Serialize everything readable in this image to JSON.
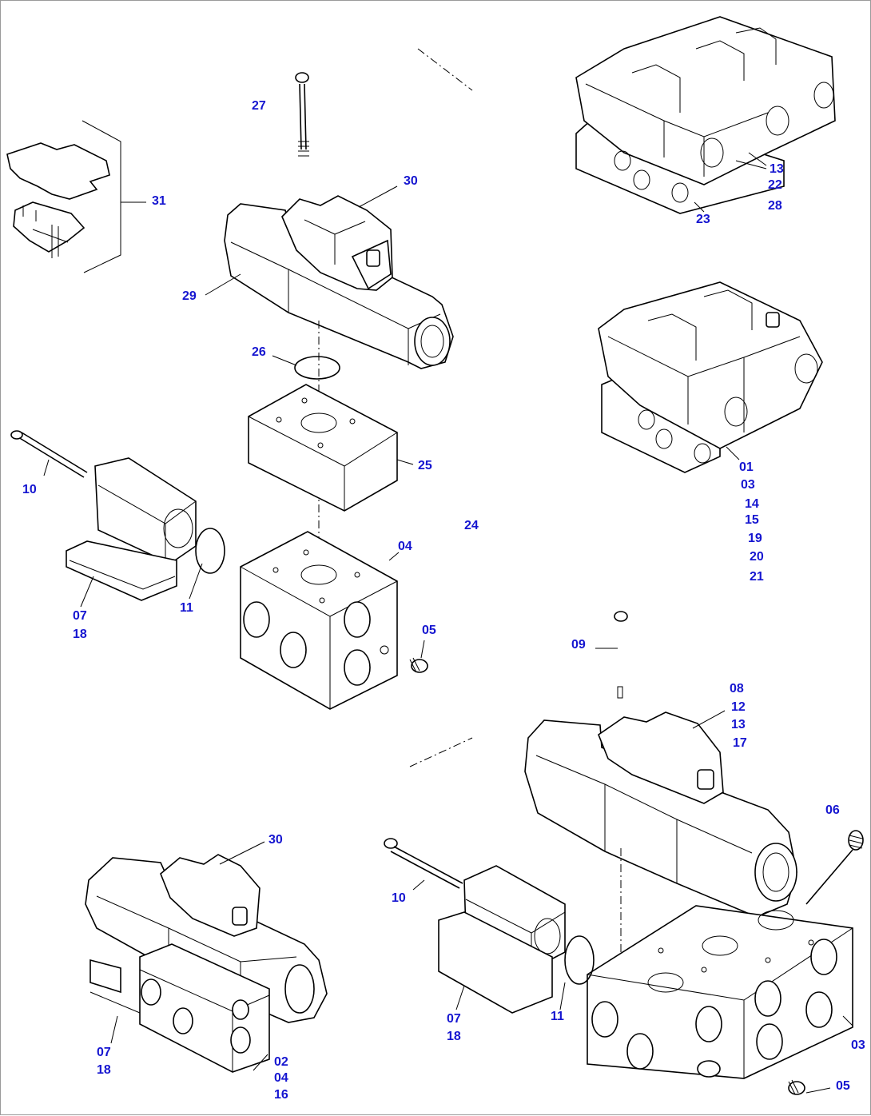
{
  "accent_color": "#1515d0",
  "line_color": "#000000",
  "callouts": [
    {
      "id": "c27",
      "text": "27"
    },
    {
      "id": "c31",
      "text": "31"
    },
    {
      "id": "c30a",
      "text": "30"
    },
    {
      "id": "c29",
      "text": "29"
    },
    {
      "id": "c26",
      "text": "26"
    },
    {
      "id": "c25",
      "text": "25"
    },
    {
      "id": "c24",
      "text": "24"
    },
    {
      "id": "c04",
      "text": "04"
    },
    {
      "id": "c10a",
      "text": "10"
    },
    {
      "id": "c11a",
      "text": "11"
    },
    {
      "id": "c07a",
      "text": "07"
    },
    {
      "id": "c18a",
      "text": "18"
    },
    {
      "id": "c05a",
      "text": "05"
    },
    {
      "id": "c13a",
      "text": "13"
    },
    {
      "id": "c22",
      "text": "22"
    },
    {
      "id": "c28",
      "text": "28"
    },
    {
      "id": "c23",
      "text": "23"
    },
    {
      "id": "c01",
      "text": "01"
    },
    {
      "id": "c03a",
      "text": "03"
    },
    {
      "id": "c14",
      "text": "14"
    },
    {
      "id": "c15",
      "text": "15"
    },
    {
      "id": "c19",
      "text": "19"
    },
    {
      "id": "c20",
      "text": "20"
    },
    {
      "id": "c21",
      "text": "21"
    },
    {
      "id": "c09",
      "text": "09"
    },
    {
      "id": "c08",
      "text": "08"
    },
    {
      "id": "c12",
      "text": "12"
    },
    {
      "id": "c13b",
      "text": "13"
    },
    {
      "id": "c17",
      "text": "17"
    },
    {
      "id": "c06",
      "text": "06"
    },
    {
      "id": "c30b",
      "text": "30"
    },
    {
      "id": "c10b",
      "text": "10"
    },
    {
      "id": "c07b",
      "text": "07"
    },
    {
      "id": "c18b",
      "text": "18"
    },
    {
      "id": "c11b",
      "text": "11"
    },
    {
      "id": "c07c",
      "text": "07"
    },
    {
      "id": "c18c",
      "text": "18"
    },
    {
      "id": "c02",
      "text": "02"
    },
    {
      "id": "c04b",
      "text": "04"
    },
    {
      "id": "c16",
      "text": "16"
    },
    {
      "id": "c03b",
      "text": "03"
    },
    {
      "id": "c05b",
      "text": "05"
    }
  ]
}
